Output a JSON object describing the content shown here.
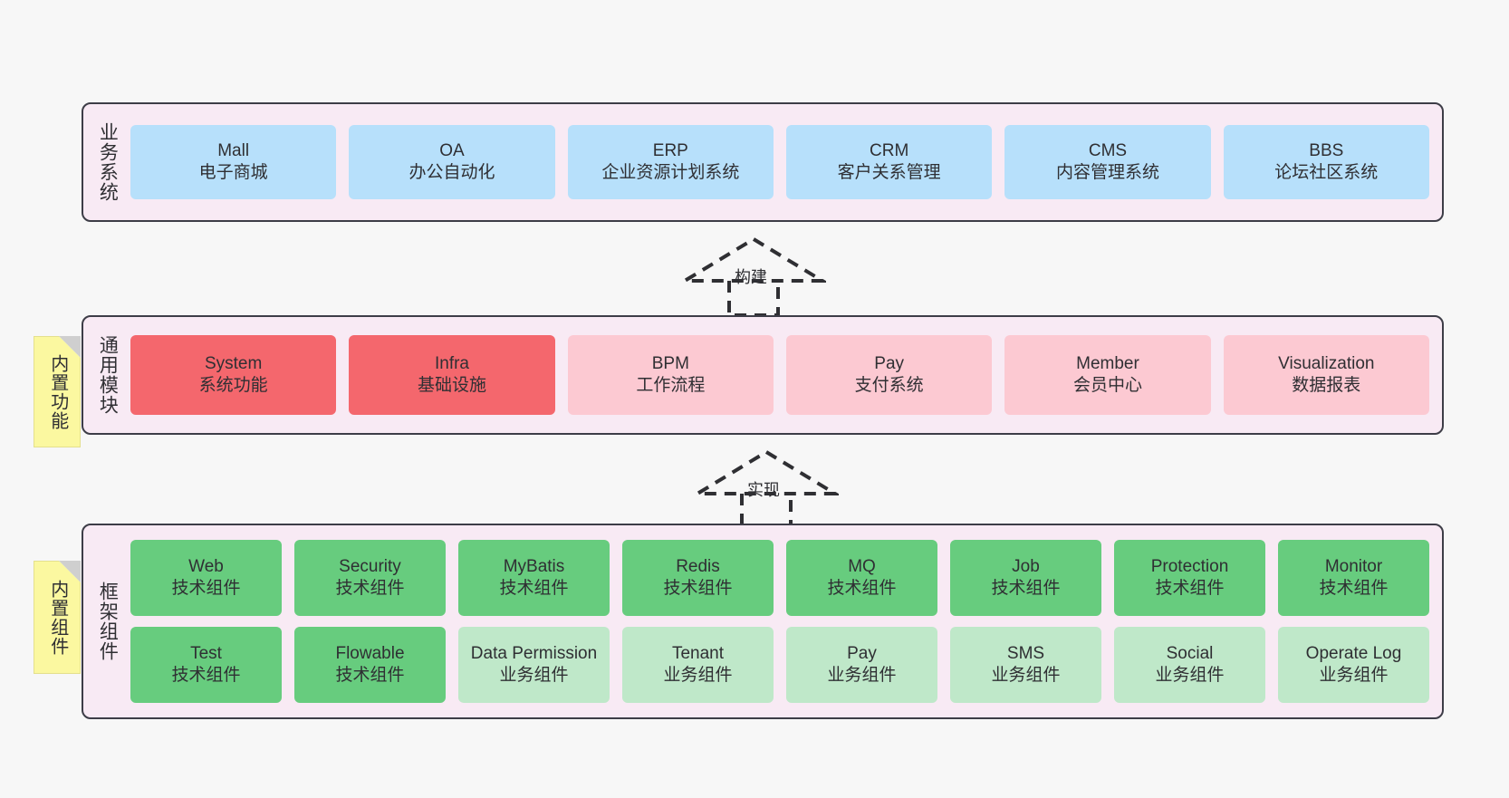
{
  "diagram": {
    "background": "#f7f7f7",
    "layer_fill": "#f8eaf4",
    "layer_border": "#3d3d47",
    "note_fill": "#fbf8a0"
  },
  "business_layer": {
    "title": "业务系统",
    "node_color": "#b7e0fb",
    "nodes": [
      {
        "name": "Mall",
        "sub": "电子商城"
      },
      {
        "name": "OA",
        "sub": "办公自动化"
      },
      {
        "name": "ERP",
        "sub": "企业资源计划系统"
      },
      {
        "name": "CRM",
        "sub": "客户关系管理"
      },
      {
        "name": "CMS",
        "sub": "内容管理系统"
      },
      {
        "name": "BBS",
        "sub": "论坛社区系统"
      }
    ]
  },
  "connector_build": {
    "label": "构建"
  },
  "module_layer": {
    "title": "通用模块",
    "note": "内置功能",
    "strong_color": "#f4676d",
    "light_color": "#fcc9d2",
    "nodes": [
      {
        "name": "System",
        "sub": "系统功能",
        "variant": "strong"
      },
      {
        "name": "Infra",
        "sub": "基础设施",
        "variant": "strong"
      },
      {
        "name": "BPM",
        "sub": "工作流程",
        "variant": "light"
      },
      {
        "name": "Pay",
        "sub": "支付系统",
        "variant": "light"
      },
      {
        "name": "Member",
        "sub": "会员中心",
        "variant": "light"
      },
      {
        "name": "Visualization",
        "sub": "数据报表",
        "variant": "light"
      }
    ]
  },
  "connector_impl": {
    "label": "实现"
  },
  "framework_layer": {
    "title": "框架组件",
    "note": "内置组件",
    "strong_color": "#67cc7e",
    "light_color": "#bfe8c9",
    "row1": [
      {
        "name": "Web",
        "sub": "技术组件",
        "variant": "strong"
      },
      {
        "name": "Security",
        "sub": "技术组件",
        "variant": "strong"
      },
      {
        "name": "MyBatis",
        "sub": "技术组件",
        "variant": "strong"
      },
      {
        "name": "Redis",
        "sub": "技术组件",
        "variant": "strong"
      },
      {
        "name": "MQ",
        "sub": "技术组件",
        "variant": "strong"
      },
      {
        "name": "Job",
        "sub": "技术组件",
        "variant": "strong"
      },
      {
        "name": "Protection",
        "sub": "技术组件",
        "variant": "strong"
      },
      {
        "name": "Monitor",
        "sub": "技术组件",
        "variant": "strong"
      }
    ],
    "row2": [
      {
        "name": "Test",
        "sub": "技术组件",
        "variant": "strong"
      },
      {
        "name": "Flowable",
        "sub": "技术组件",
        "variant": "strong"
      },
      {
        "name": "Data Permission",
        "sub": "业务组件",
        "variant": "light",
        "wrap": true
      },
      {
        "name": "Tenant",
        "sub": "业务组件",
        "variant": "light"
      },
      {
        "name": "Pay",
        "sub": "业务组件",
        "variant": "light"
      },
      {
        "name": "SMS",
        "sub": "业务组件",
        "variant": "light"
      },
      {
        "name": "Social",
        "sub": "业务组件",
        "variant": "light"
      },
      {
        "name": "Operate Log",
        "sub": "业务组件",
        "variant": "light"
      }
    ]
  }
}
